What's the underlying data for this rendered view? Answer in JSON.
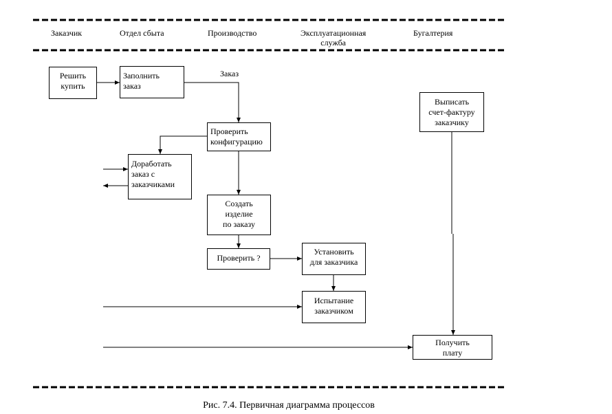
{
  "lanes": [
    "Заказчик",
    "Отдел сбыта",
    "Производство",
    "Эксплуатационная\nслужба",
    "Бугалтерия"
  ],
  "boxes": {
    "decide": "Решить\nкупить",
    "fill": "Заполнить\nзаказ",
    "check_config": "Проверить\nконфигурацию",
    "rework": "Доработать\nзаказ с\nзаказчиками",
    "create": "Создать\nизделие\nпо заказу",
    "check": "Проверить ?",
    "install": "Установить\nдля заказчика",
    "test": "Испытание\nзаказчиком",
    "invoice": "Выписать\nсчет-фактуру\nзаказчику",
    "payment": "Получить\nплату"
  },
  "labels": {
    "order": "Заказ"
  },
  "caption": "Рис. 7.4. Первичная диаграмма процессов"
}
